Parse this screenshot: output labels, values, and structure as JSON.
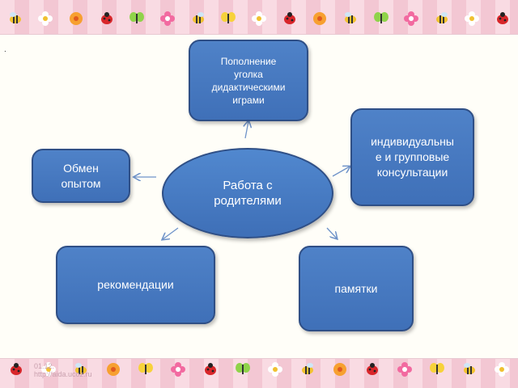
{
  "page": {
    "marker": "."
  },
  "center": {
    "text_line1": "Работа с",
    "text_line2": "родителями"
  },
  "boxes": {
    "top": {
      "lines": [
        "Пополнение",
        "уголка",
        "дидактическими",
        "играми"
      ]
    },
    "right": {
      "lines": [
        "индивидуальны",
        "е и групповые",
        "консультации"
      ]
    },
    "left": {
      "lines": [
        "Обмен",
        "опытом"
      ]
    },
    "bottom_left": {
      "lines": [
        "рекомендации"
      ]
    },
    "bottom_right": {
      "lines": [
        "памятки"
      ]
    }
  },
  "footer": {
    "line1": "01.12.",
    "line2": "http://aida.ucoz.ru"
  },
  "colors": {
    "box_fill": "#4a7dc4",
    "box_border": "#2f4f86",
    "panel": "#fffef8",
    "frame": "#f7d6df"
  },
  "decor_icons": [
    "bee-icon",
    "flower-icon",
    "ladybug-icon",
    "butterfly-icon"
  ]
}
